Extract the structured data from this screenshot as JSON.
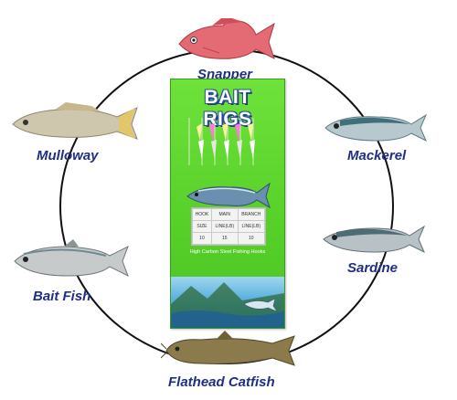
{
  "labels": {
    "snapper": "Snapper",
    "mulloway": "Mulloway",
    "mackerel": "Mackerel",
    "bait_fish": "Bait Fish",
    "sardine": "Sardine",
    "flathead_catfish": "Flathead Catfish"
  },
  "package": {
    "title": "BAIT RIGS",
    "table": {
      "headers": [
        "HOOK",
        "MAIN",
        "BRANCH"
      ],
      "units": [
        "SIZE",
        "LINE(LB)",
        "LINE(LB)"
      ],
      "values": [
        "10",
        "15",
        "10"
      ]
    },
    "tagline": "High Carbon Steel Fishing Hooks"
  },
  "colors": {
    "label": "#1f2f86",
    "package_green": "#58d12a",
    "ring": "#111111"
  }
}
